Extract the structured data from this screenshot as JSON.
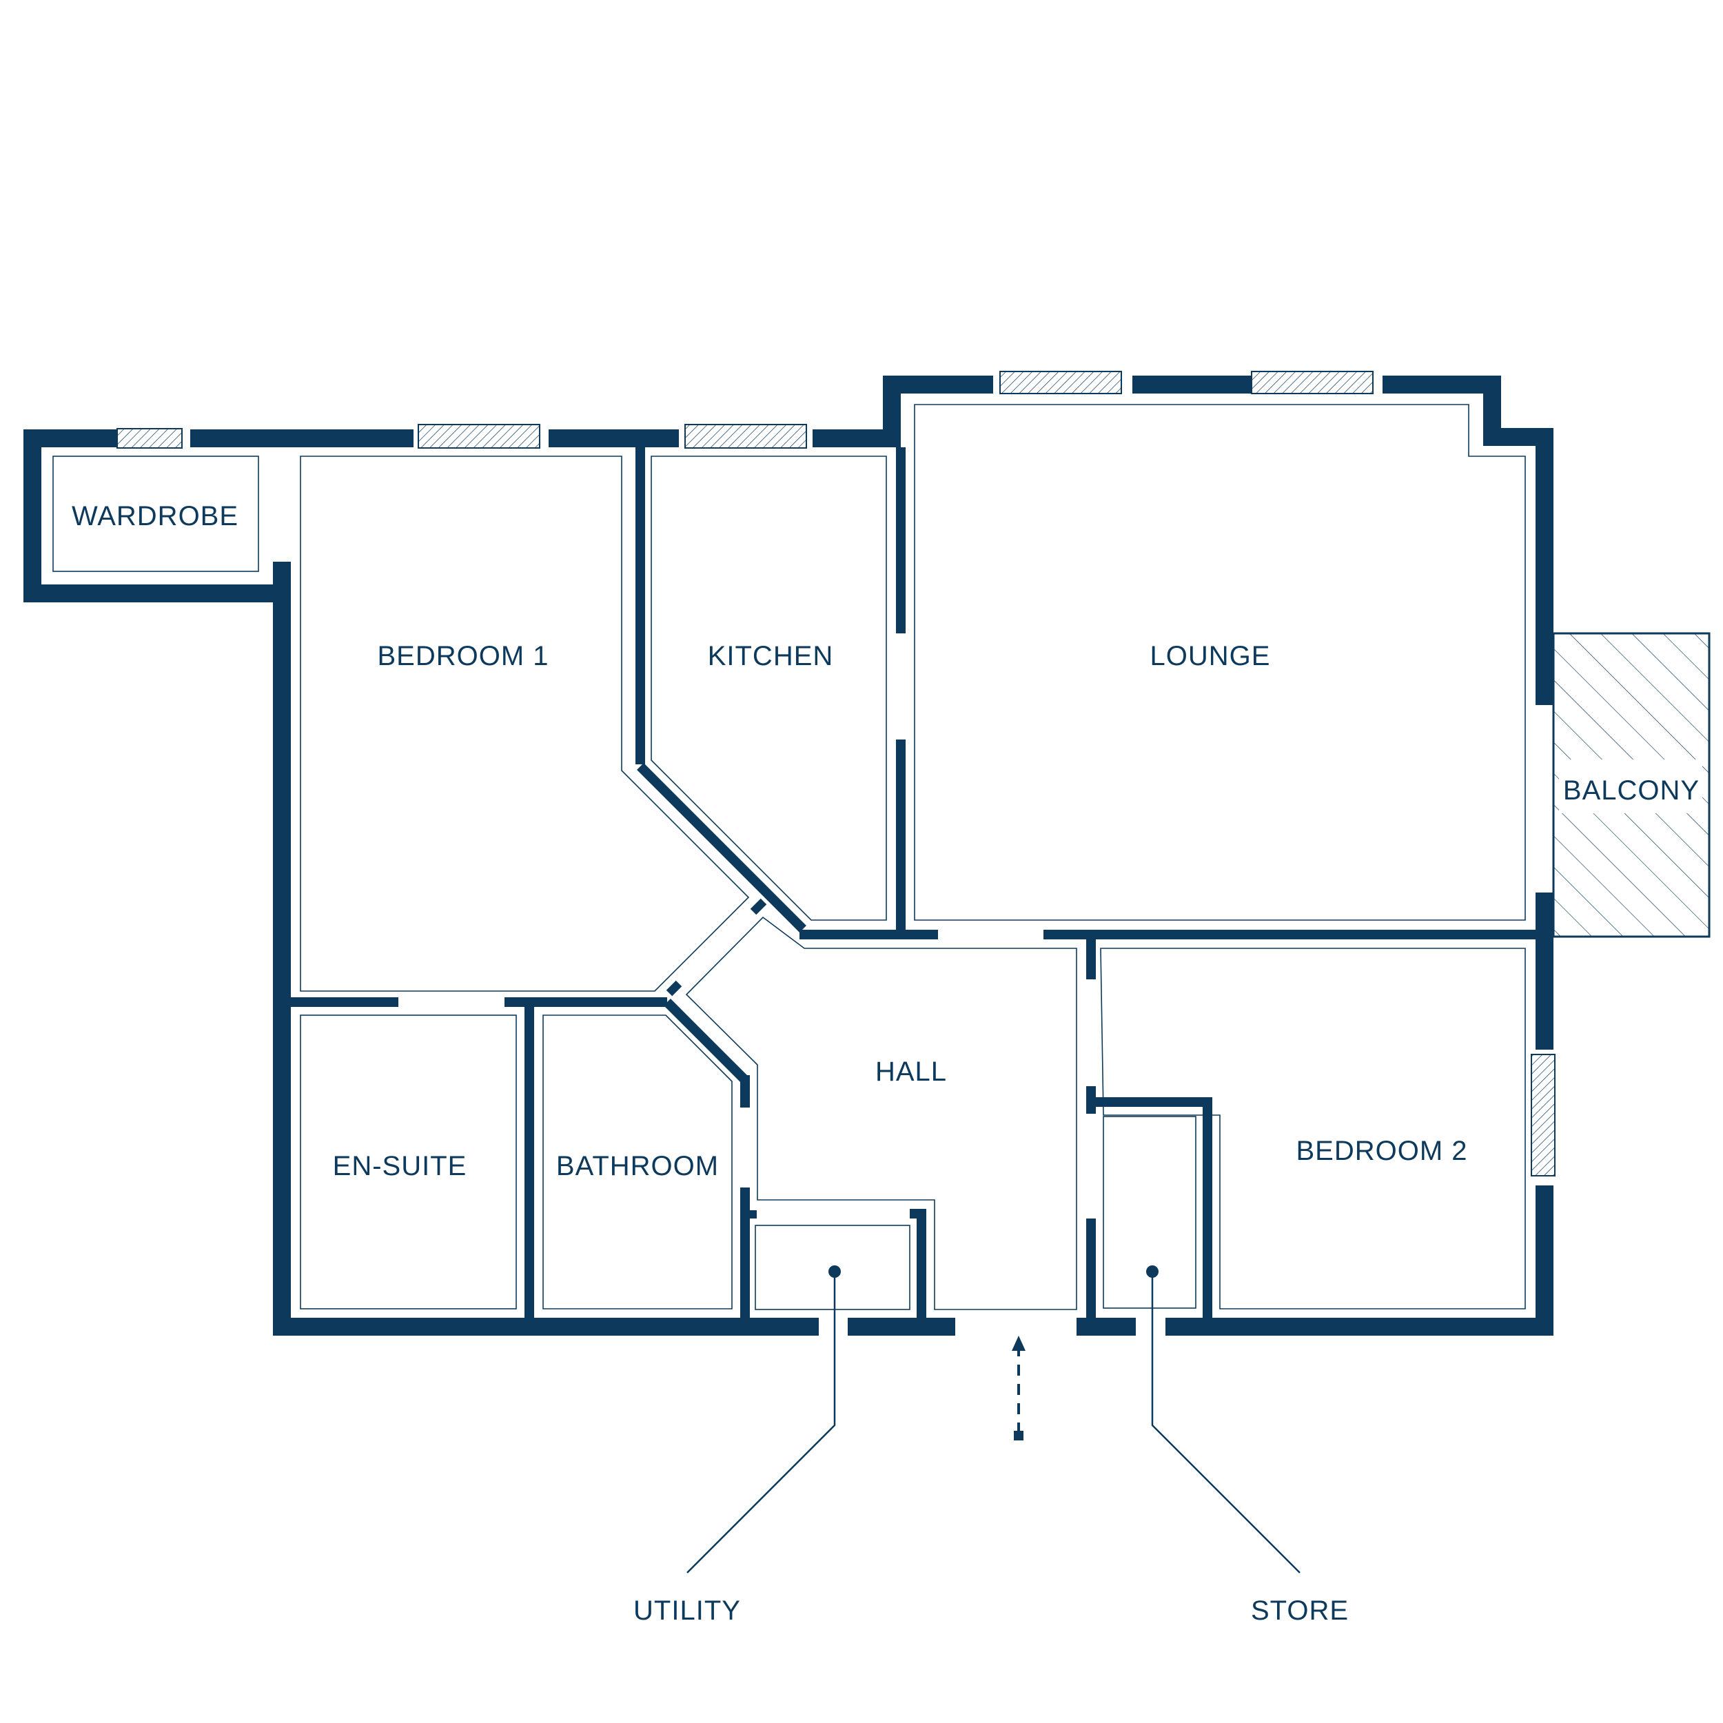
{
  "colors": {
    "wall": "#0d3a5c",
    "background": "#ffffff"
  },
  "rooms": {
    "wardrobe": "WARDROBE",
    "bedroom1": "BEDROOM 1",
    "kitchen": "KITCHEN",
    "lounge": "LOUNGE",
    "balcony": "BALCONY",
    "hall": "HALL",
    "ensuite": "EN-SUITE",
    "bathroom": "BATHROOM",
    "bedroom2": "BEDROOM 2",
    "utility": "UTILITY",
    "store": "STORE"
  },
  "icons": {
    "entrance": "entrance-arrow-icon"
  }
}
